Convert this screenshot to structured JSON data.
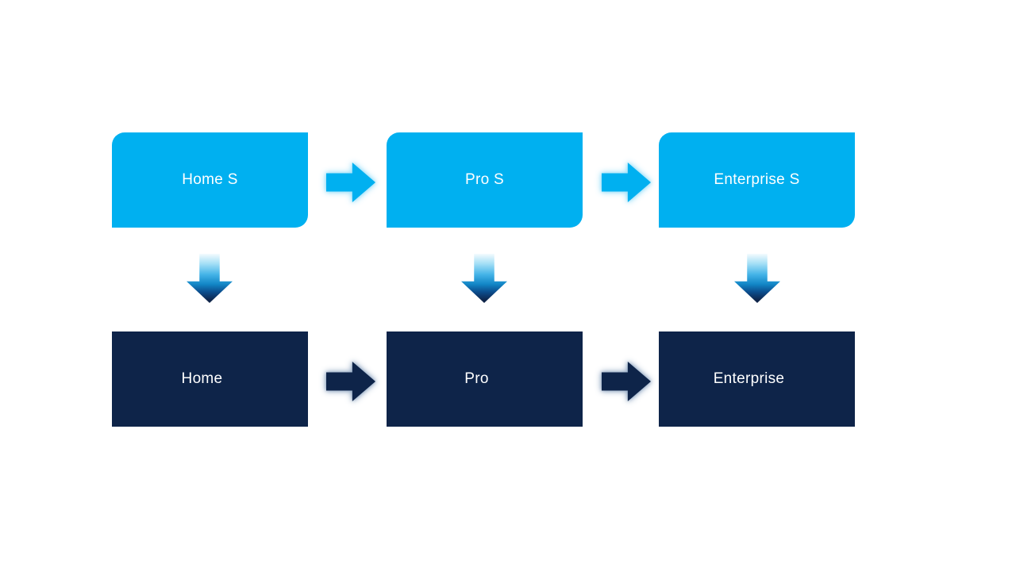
{
  "diagram": {
    "top_row": [
      {
        "label": "Home S"
      },
      {
        "label": "Pro S"
      },
      {
        "label": "Enterprise S"
      }
    ],
    "bottom_row": [
      {
        "label": "Home"
      },
      {
        "label": "Pro"
      },
      {
        "label": "Enterprise"
      }
    ],
    "colors": {
      "light_blue": "#00B0F0",
      "dark_navy": "#0E2449",
      "glow_light": "#9ADFF9",
      "glow_dark": "#93A9C4"
    }
  }
}
